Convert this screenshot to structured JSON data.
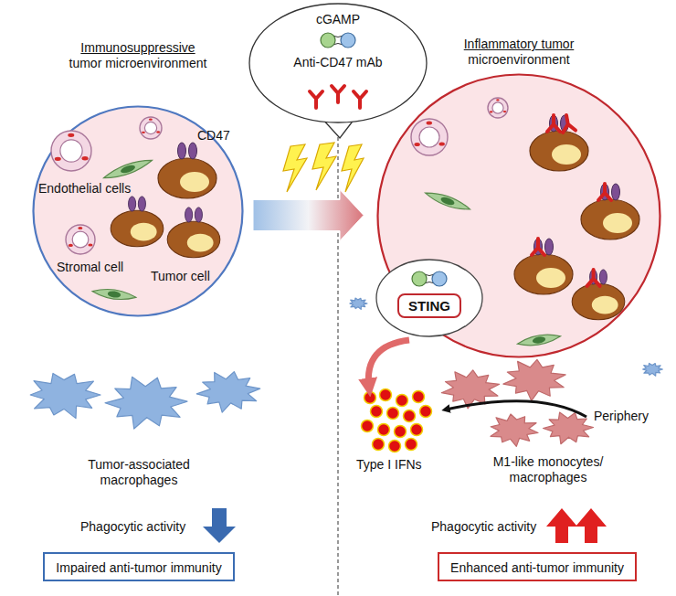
{
  "diagram": {
    "nodes": [
      {
        "text": [
          "cGAMP",
          "Anti-CD47 mAb"
        ]
      },
      {
        "text": [
          "Immunosuppressive tumor microenvironment"
        ]
      },
      {
        "text": [
          "Inflammatory tumor microenvironment"
        ]
      },
      {
        "text": [
          "STING"
        ],
        "in": 2
      },
      {
        "text": [
          "Impaired anti-tumor immunity"
        ]
      },
      {
        "text": [
          "Enhanced anti-tumor immunity"
        ]
      }
    ],
    "edges": [
      {
        "from": 1,
        "to": 2,
        "arrow": "to"
      }
    ],
    "labels": [
      "CD47",
      "Endothelial cells",
      "Stromal cell",
      "Tumor cell",
      "Tumor-associated macrophages",
      "Phagocytic activity",
      "Type I IFNs",
      "M1-like monocytes/ macrophages",
      "Periphery",
      "Phagocytic activity"
    ]
  }
}
